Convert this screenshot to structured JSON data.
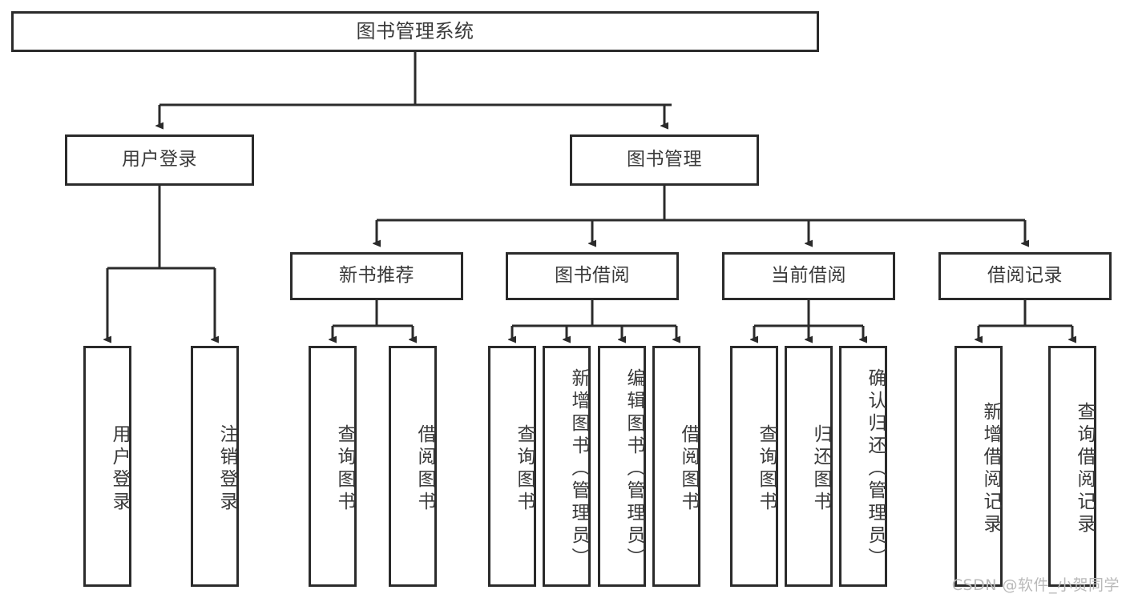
{
  "diagram": {
    "title": "图书管理系统",
    "type": "hierarchy-tree",
    "stroke_color": "#2b2b2b",
    "text_color": "#3a3a3a",
    "background": "#ffffff"
  },
  "nodes": {
    "root": {
      "label": "图书管理系统"
    },
    "level2": [
      {
        "label": "用户登录"
      },
      {
        "label": "图书管理"
      }
    ],
    "level3": [
      {
        "label": "新书推荐"
      },
      {
        "label": "图书借阅"
      },
      {
        "label": "当前借阅"
      },
      {
        "label": "借阅记录"
      }
    ],
    "leaves": {
      "user_login": [
        {
          "label": "用户登录"
        },
        {
          "label": "注销登录"
        }
      ],
      "new_book": [
        {
          "label": "查询图书"
        },
        {
          "label": "借阅图书"
        }
      ],
      "book_borrow": [
        {
          "label": "查询图书"
        },
        {
          "label": "新增图书（管理员）"
        },
        {
          "label": "编辑图书（管理员）"
        },
        {
          "label": "借阅图书"
        }
      ],
      "current_borrow": [
        {
          "label": "查询图书"
        },
        {
          "label": "归还图书"
        },
        {
          "label": "确认归还（管理员）"
        }
      ],
      "borrow_record": [
        {
          "label": "新增借阅记录"
        },
        {
          "label": "查询借阅记录"
        }
      ]
    }
  },
  "watermark": {
    "text": "CSDN @软件_小贺同学"
  }
}
